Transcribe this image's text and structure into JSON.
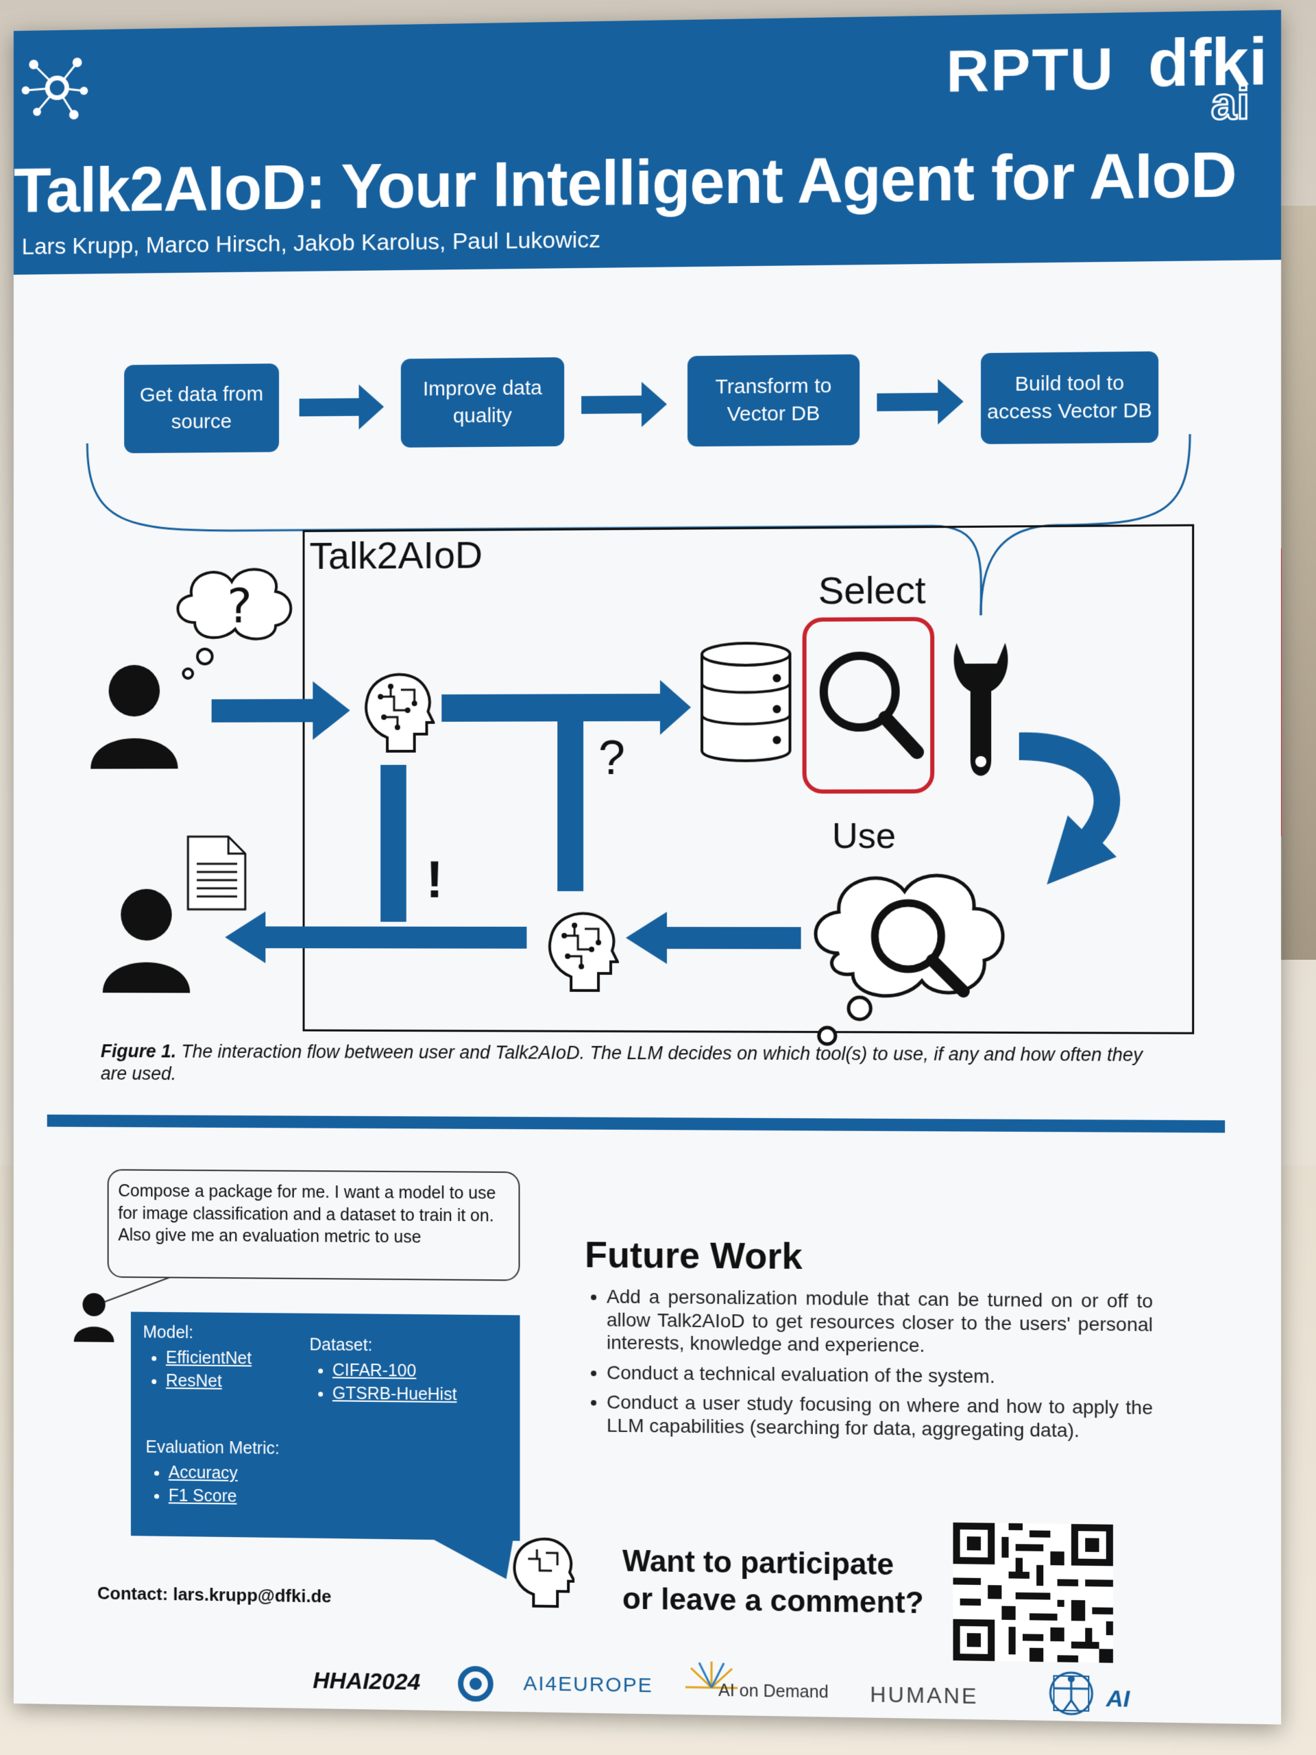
{
  "header": {
    "title": "Talk2AIoD: Your Intelligent Agent for AIoD",
    "authors": "Lars Krupp, Marco Hirsch, Jakob Karolus, Paul Lukowicz",
    "logo_rptu": "RPTU",
    "logo_dfki": "dfki",
    "logo_dfki_sub": "ai",
    "colors": {
      "brand_blue": "#16609e",
      "select_red": "#c8242e"
    }
  },
  "pipeline": {
    "steps": [
      "Get data from source",
      "Improve data quality",
      "Transform to Vector DB",
      "Build tool to access Vector DB"
    ]
  },
  "diagram": {
    "title": "Talk2AIoD",
    "select_label": "Select",
    "use_label": "Use",
    "question_mark": "?",
    "exclamation_mark": "!",
    "icons": [
      "person-icon",
      "thought-cloud-icon",
      "brain-head-icon",
      "database-icon",
      "magnifier-icon",
      "wrench-icon",
      "document-icon"
    ]
  },
  "caption": {
    "label": "Figure 1.",
    "text": "The interaction flow between user and Talk2AIoD. The LLM decides on which tool(s) to use, if any and how often they are used."
  },
  "example": {
    "prompt": "Compose a package for me. I want a model to use for image classification and a dataset to train it on. Also give me an evaluation metric to use",
    "model_heading": "Model:",
    "models": [
      "EfficientNet",
      "ResNet"
    ],
    "dataset_heading": "Dataset:",
    "datasets": [
      "CIFAR-100",
      "GTSRB-HueHist"
    ],
    "metric_heading": "Evaluation Metric:",
    "metrics": [
      "Accuracy",
      "F1 Score"
    ]
  },
  "future_work": {
    "title": "Future Work",
    "items": [
      "Add a personalization module that can be turned on or off to allow Talk2AIoD to get resources closer to the users' personal interests, knowledge and experience.",
      "Conduct a technical evaluation of the system.",
      "Conduct a user study focusing on where and how to apply the LLM capabilities (searching for data, aggregating data)."
    ]
  },
  "participate": {
    "line1": "Want to participate",
    "line2": "or leave a comment?"
  },
  "contact": "Contact: lars.krupp@dfki.de",
  "sponsors": [
    "HHAI2024",
    "AI4EUROPE",
    "AI on Demand",
    "HUMANE",
    "AI"
  ]
}
